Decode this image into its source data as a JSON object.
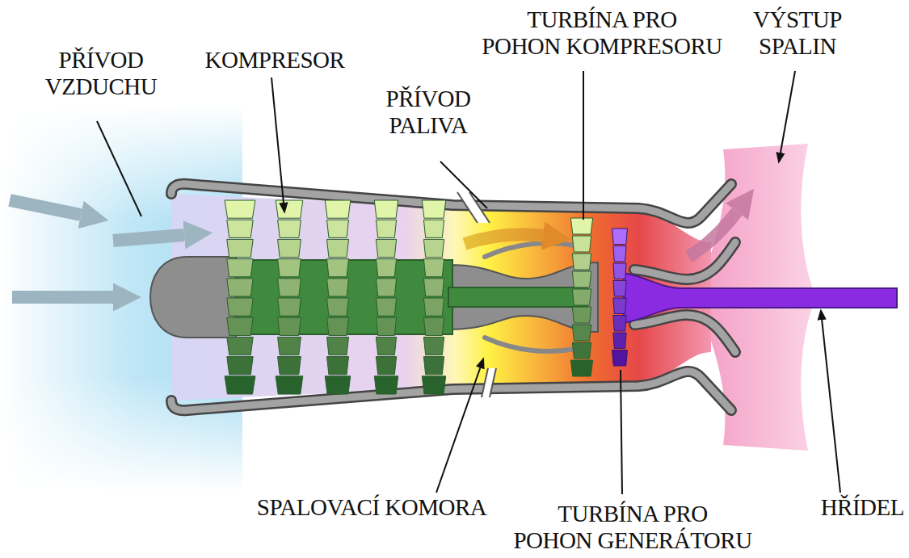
{
  "diagram": {
    "labels": [
      "PŘÍVOD VZDUCHU",
      "KOMPRESOR",
      "PŘÍVOD PALIVA",
      "TURBÍNA PRO POHON KOMPRESORU",
      "VÝSTUP SPALIN",
      "SPALOVACÍ KOMORA",
      "TURBÍNA PRO POHON GENERÁTORU",
      "HŘÍDEL"
    ]
  }
}
